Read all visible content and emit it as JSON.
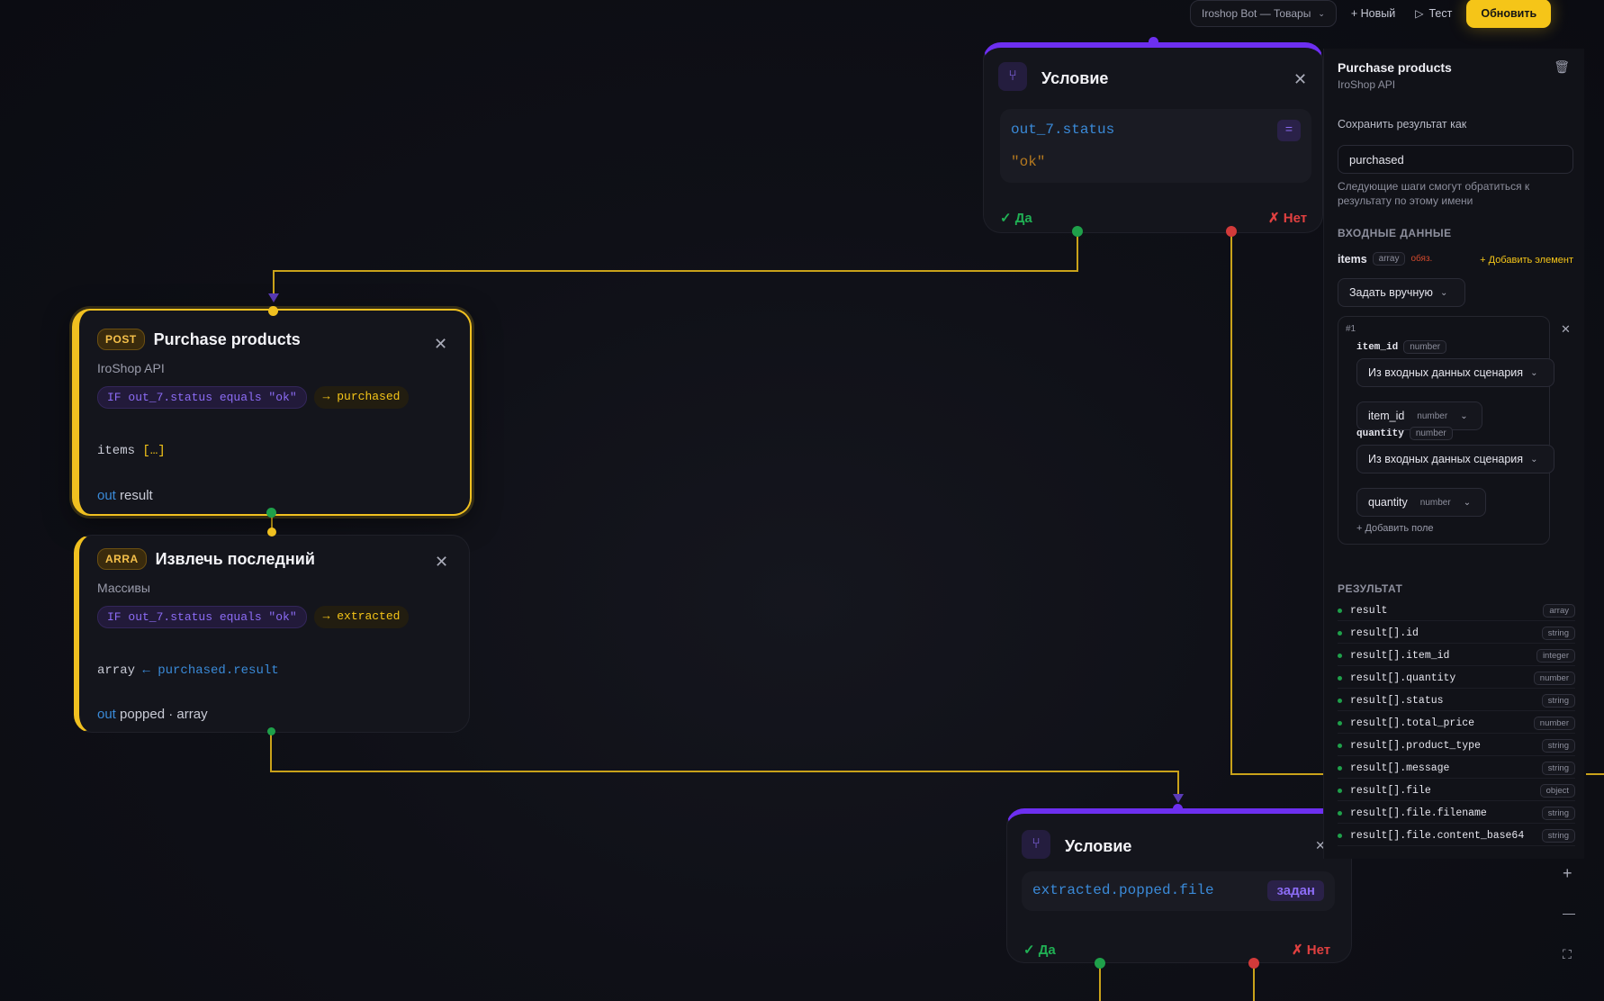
{
  "toolbar": {
    "project_select": "Iroshop Bot — Товары",
    "new_label": "+ Новый",
    "test_label": "Тест",
    "update_label": "Обновить"
  },
  "condition_top": {
    "title": "Условие",
    "left": "out_7.status",
    "operator": "=",
    "right": "\"ok\"",
    "yes": "✓ Да",
    "no": "✗ Нет"
  },
  "purchase_node": {
    "method": "POST",
    "title": "Purchase products",
    "subtitle": "IroShop API",
    "condition": "IF out_7.status equals \"ok\"",
    "output_var": "→ purchased",
    "param_name": "items",
    "param_value": "[…]",
    "out_kw": "out",
    "out_value": "result"
  },
  "extract_node": {
    "method": "ARRA",
    "title": "Извлечь последний",
    "subtitle": "Массивы",
    "condition": "IF out_7.status equals \"ok\"",
    "output_var": "→ extracted",
    "param_name": "array",
    "param_value": "← purchased.result",
    "out_kw": "out",
    "out_value": "popped · array"
  },
  "condition_bottom": {
    "title": "Условие",
    "left": "extracted.popped.file",
    "operator": "задан",
    "yes": "✓ Да",
    "no": "✗ Нет"
  },
  "panel": {
    "title": "Purchase products",
    "subtitle": "IroShop API",
    "save_label": "Сохранить результат как",
    "save_value": "purchased",
    "save_help": "Следующие шаги смогут обратиться к результату по этому имени",
    "inputs_section": "ВХОДНЫЕ ДАННЫЕ",
    "items_name": "items",
    "items_type": "array",
    "items_required": "обяз.",
    "add_element": "+ Добавить элемент",
    "mode_select": "Задать вручную",
    "item_index": "#1",
    "fields": [
      {
        "name": "item_id",
        "type": "number",
        "source": "Из входных данных сценария",
        "var": "item_id",
        "var_type": "number"
      },
      {
        "name": "quantity",
        "type": "number",
        "source": "Из входных данных сценария",
        "var": "quantity",
        "var_type": "number"
      }
    ],
    "add_field": "+ Добавить поле",
    "result_section": "РЕЗУЛЬТАТ",
    "results": [
      {
        "name": "result",
        "type": "array"
      },
      {
        "name": "result[].id",
        "type": "string"
      },
      {
        "name": "result[].item_id",
        "type": "integer"
      },
      {
        "name": "result[].quantity",
        "type": "number"
      },
      {
        "name": "result[].status",
        "type": "string"
      },
      {
        "name": "result[].total_price",
        "type": "number"
      },
      {
        "name": "result[].product_type",
        "type": "string"
      },
      {
        "name": "result[].message",
        "type": "string"
      },
      {
        "name": "result[].file",
        "type": "object"
      },
      {
        "name": "result[].file.filename",
        "type": "string"
      },
      {
        "name": "result[].file.content_base64",
        "type": "string"
      }
    ]
  },
  "zoom": {
    "plus": "+",
    "minus": "—",
    "fit": "⛶"
  }
}
